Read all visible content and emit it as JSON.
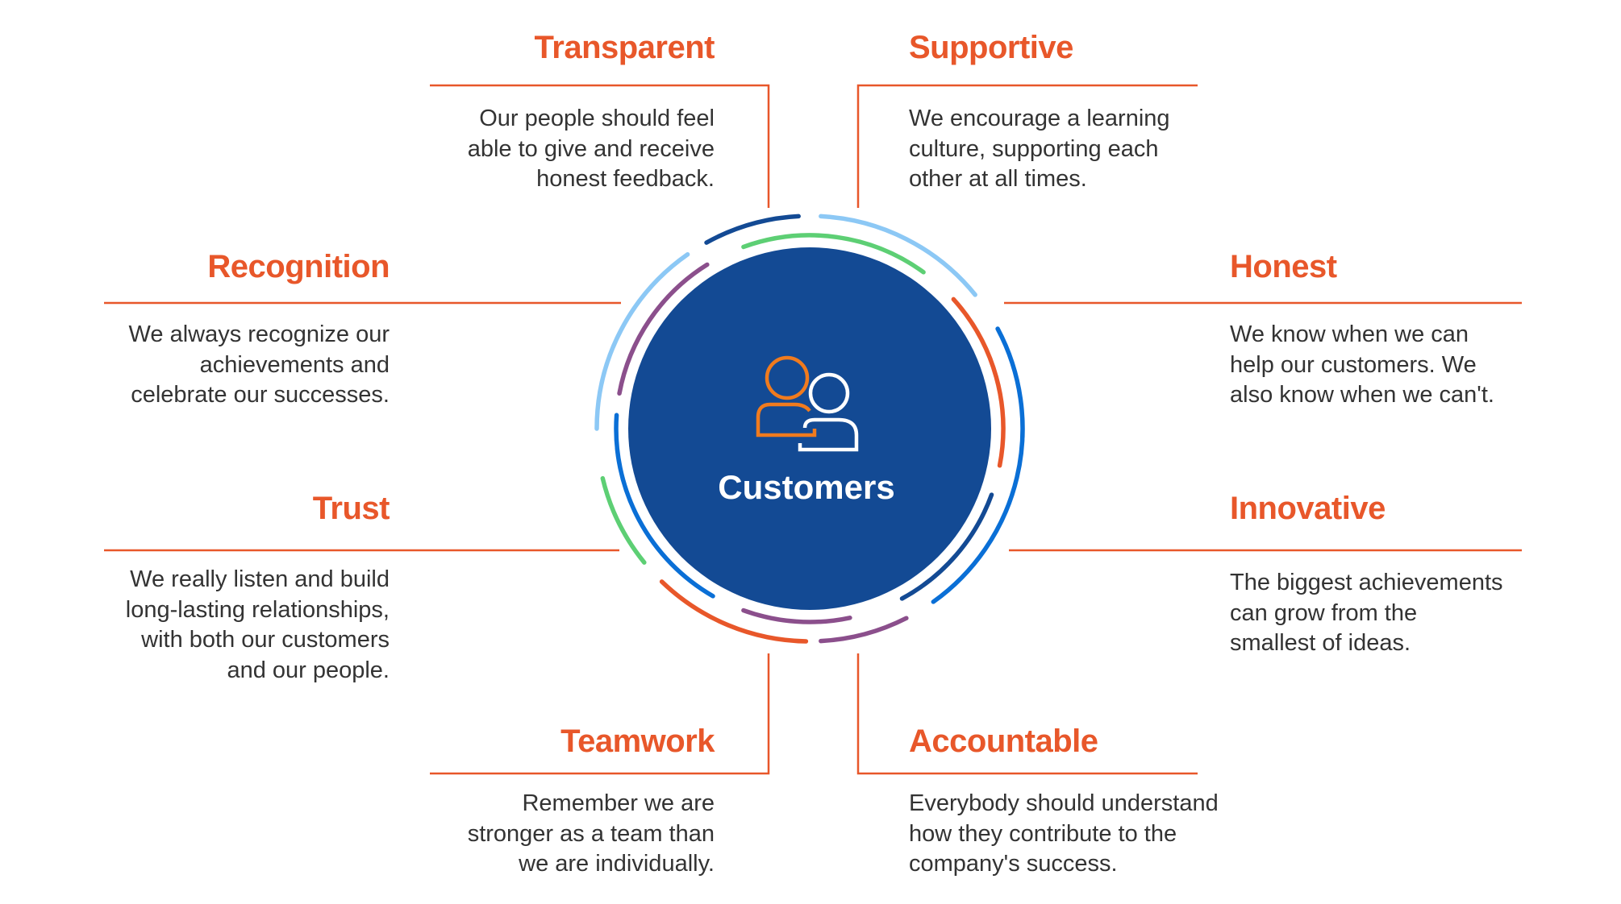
{
  "center": {
    "label": "Customers",
    "icon": "customers-people-icon"
  },
  "colors": {
    "accent_orange": "#e8572a",
    "circle_blue": "#134a94",
    "light_blue": "#8cc8f5",
    "blue": "#0a6fd6",
    "green": "#5dcf74",
    "purple": "#8b4f8c",
    "text": "#333333"
  },
  "values": {
    "transparent": {
      "title": "Transparent",
      "lines": [
        "Our people should feel",
        "able to give and receive",
        "honest feedback."
      ]
    },
    "supportive": {
      "title": "Supportive",
      "lines": [
        "We encourage a learning",
        "culture, supporting each",
        "other at all times."
      ]
    },
    "recognition": {
      "title": "Recognition",
      "lines": [
        "We always recognize our",
        "achievements and",
        "celebrate our successes."
      ]
    },
    "honest": {
      "title": "Honest",
      "lines": [
        "We know when we can",
        "help our customers. We",
        "also know when we can't."
      ]
    },
    "trust": {
      "title": "Trust",
      "lines": [
        "We really listen and build",
        "long-lasting relationships,",
        "with both our customers",
        "and our people."
      ]
    },
    "innovative": {
      "title": "Innovative",
      "lines": [
        "The biggest achievements",
        "can grow from the",
        "smallest of ideas."
      ]
    },
    "teamwork": {
      "title": "Teamwork",
      "lines": [
        "Remember we are",
        "stronger as a team than",
        "we are individually."
      ]
    },
    "accountable": {
      "title": "Accountable",
      "lines": [
        "Everybody should understand",
        "how they contribute to the",
        "company's success."
      ]
    }
  }
}
